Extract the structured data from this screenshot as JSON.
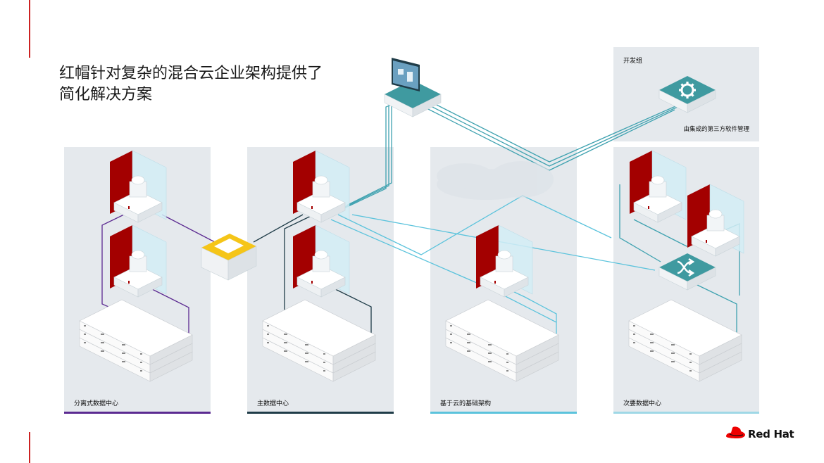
{
  "title_line1": "红帽针对复杂的混合云企业架构提供了",
  "title_line2": "简化解决方案",
  "panels": [
    {
      "label": "分离式数据中心",
      "bar_color": "#5b2a91"
    },
    {
      "label": "主数据中心",
      "bar_color": "#1f3c48"
    },
    {
      "label": "基于云的基础架构",
      "bar_color": "#5bc3dc"
    },
    {
      "label": "次要数据中心",
      "bar_color": "#9fd8e6"
    }
  ],
  "dev_group": {
    "label": "开发组",
    "caption": "由集成的第三方软件管理"
  },
  "logo_text": "Red Hat",
  "colors": {
    "red": "#a30000",
    "teal": "#3f9aa0",
    "purple": "#5b2a91",
    "navy": "#1f3c48",
    "cyan": "#5bc3dc",
    "yellow": "#f5c518"
  },
  "icons": [
    "gear-icon",
    "shuffle-icon",
    "monitor-icon",
    "red-hat-logo-icon"
  ]
}
